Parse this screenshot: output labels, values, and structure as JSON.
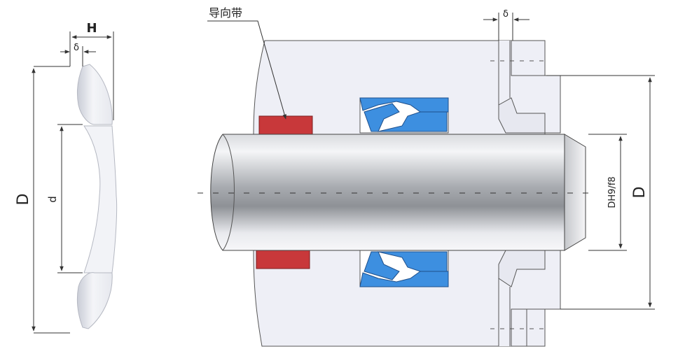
{
  "labels": {
    "guide_band": "导向带",
    "height": "H",
    "delta_left": "δ",
    "delta_right": "δ",
    "outer_diameter_left": "D",
    "inner_diameter": "d",
    "fit": "DH9/f8",
    "outer_diameter_right": "D"
  },
  "colors": {
    "guide_band": "#c8383a",
    "seal": "#3d8fe0",
    "housing": "#eeeff6",
    "rod_light": "#f2f3f5",
    "rod_dark": "#8f9296",
    "line": "#333333"
  },
  "icons": {
    "dimension_arrow": "arrowhead"
  }
}
